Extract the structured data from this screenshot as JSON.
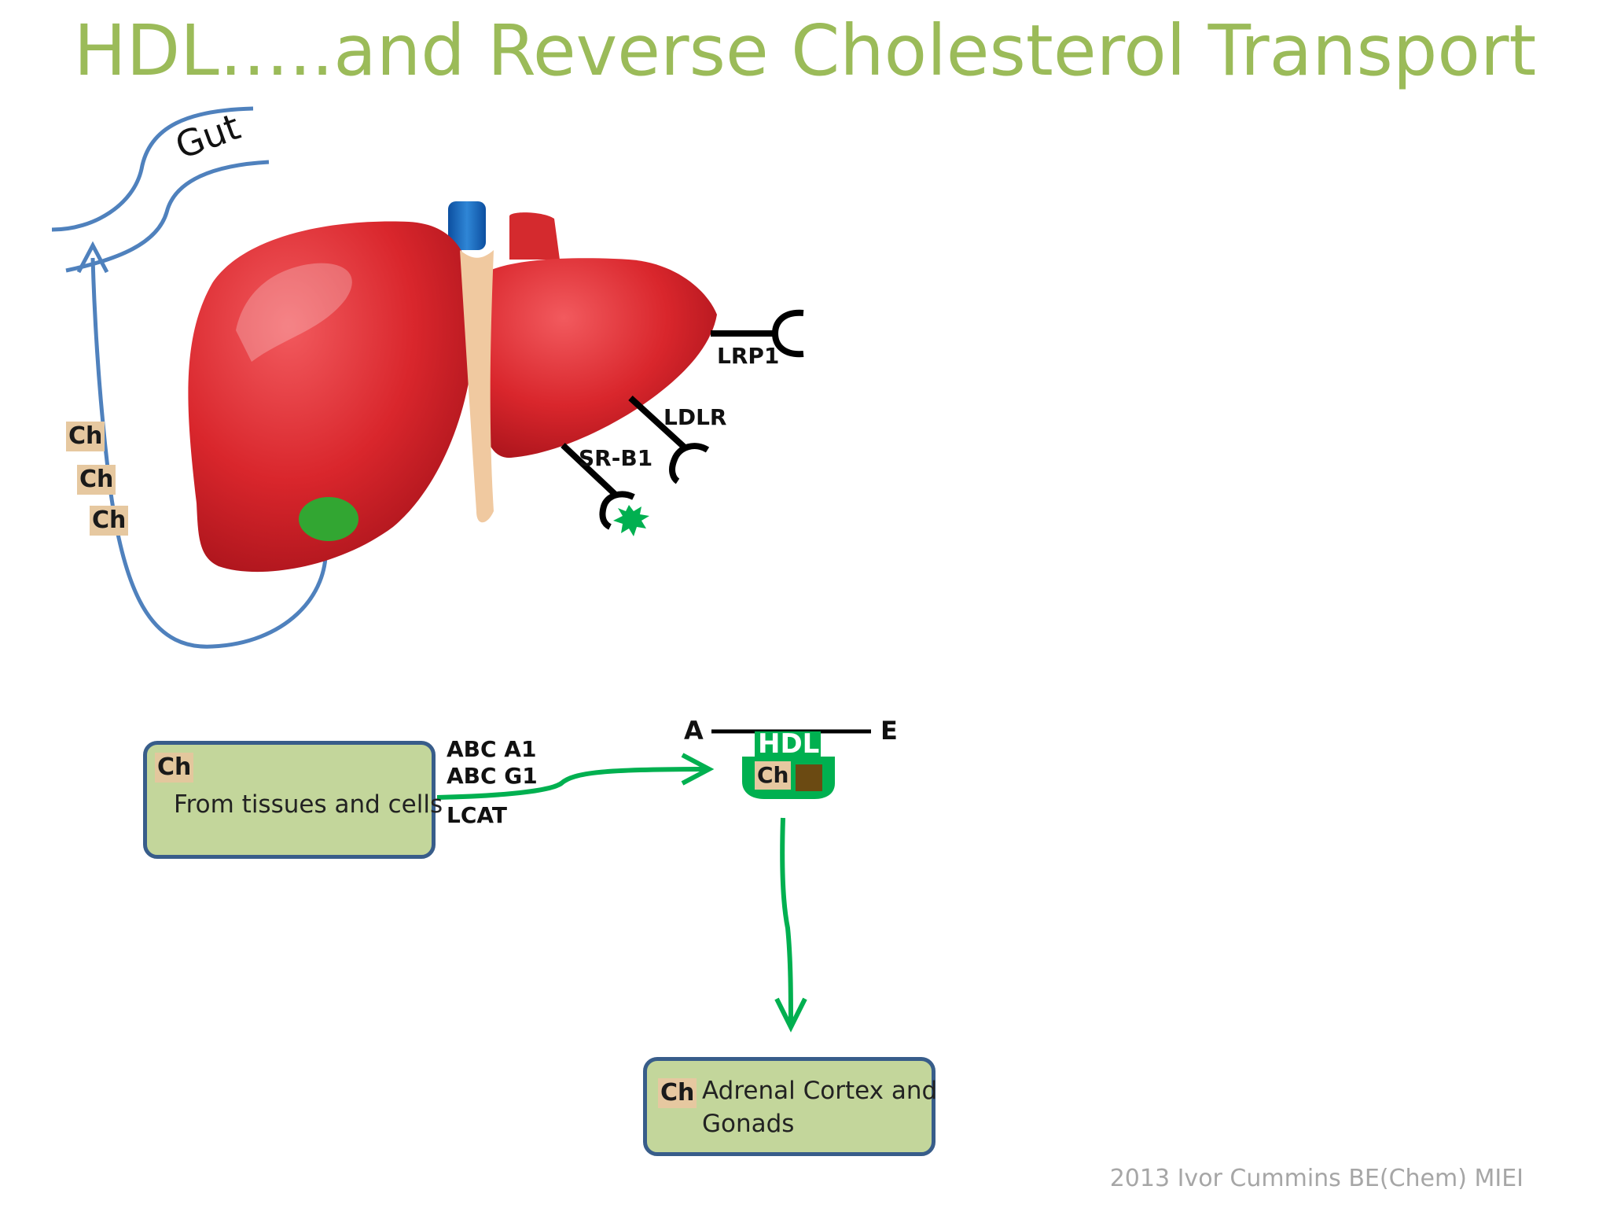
{
  "title": "HDL…..and Reverse Cholesterol Transport",
  "gut_label": "Gut",
  "cholesterol_tag": "Ch",
  "receptors": {
    "lrp1": "LRP1",
    "ldlr": "LDLR",
    "srb1": "SR-B1"
  },
  "source_box": {
    "tag": "Ch",
    "text": "From tissues and cells"
  },
  "transporters": {
    "abca1": "ABC A1",
    "abcg1": "ABC G1",
    "lcat": "LCAT"
  },
  "hdl": {
    "label": "HDL",
    "apo_left": "A",
    "apo_right": "E",
    "tag": "Ch"
  },
  "target_box": {
    "tag": "Ch",
    "line1": "Adrenal Cortex and",
    "line2": "Gonads"
  },
  "footer": "2013 Ivor Cummins BE(Chem) MIEI",
  "colors": {
    "title": "#9bbb59",
    "liver": "#d9262c",
    "flow_blue": "#4f81bd",
    "flow_green": "#00b050",
    "box_fill": "#c3d69b",
    "box_border": "#385d8a",
    "ch_tag": "#e6c8a0"
  }
}
